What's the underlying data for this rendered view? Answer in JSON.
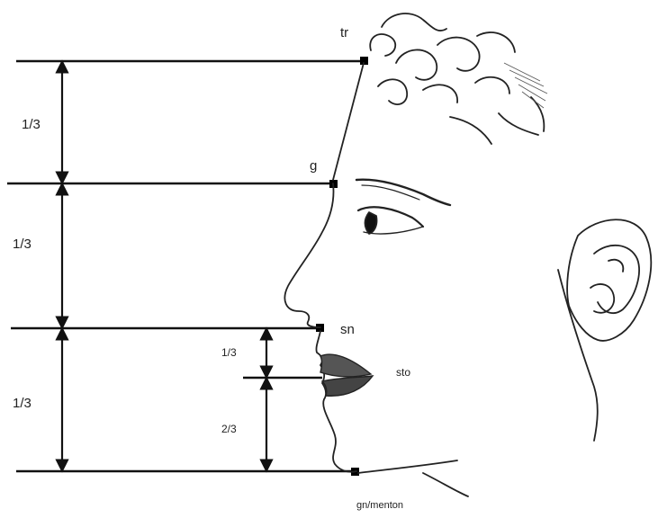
{
  "landmarks": {
    "trichion": "tr",
    "glabella": "g",
    "subnasale": "sn",
    "stomion": "sto",
    "menton": "gn/menton"
  },
  "thirds": {
    "upper": "1/3",
    "middle": "1/3",
    "lower": "1/3"
  },
  "lower_face": {
    "upper_lip": "1/3",
    "lower_lip_chin": "2/3"
  },
  "colors": {
    "line": "#111111",
    "sketch": "#222222",
    "marker": "#000000"
  }
}
